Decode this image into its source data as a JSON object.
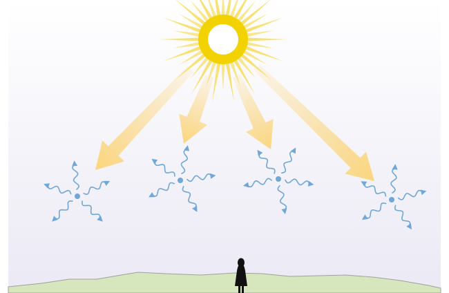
{
  "colors": {
    "sky_top": "#ffffff",
    "sky_bottom": "#ebe9f4",
    "sun_core": "#f2d200",
    "sun_rays": "#f7dc5c",
    "sun_center": "#ffffff",
    "beam": "#fbd67e",
    "scatter": "#6fa7d6",
    "hill_fill": "#d6e6bd",
    "hill_stroke": "#9f9f9f",
    "person": "#111111"
  },
  "scene": {
    "sun": {
      "icon": "sun-icon"
    },
    "beams": [
      {
        "name": "beam-left"
      },
      {
        "name": "beam-center-left"
      },
      {
        "name": "beam-center-right"
      },
      {
        "name": "beam-right"
      }
    ],
    "scatter_particles": [
      {
        "name": "scatter-particle-1"
      },
      {
        "name": "scatter-particle-2"
      },
      {
        "name": "scatter-particle-3"
      },
      {
        "name": "scatter-particle-4"
      }
    ],
    "ground": {
      "icon": "hill-icon"
    },
    "observer": {
      "icon": "person-icon"
    }
  }
}
